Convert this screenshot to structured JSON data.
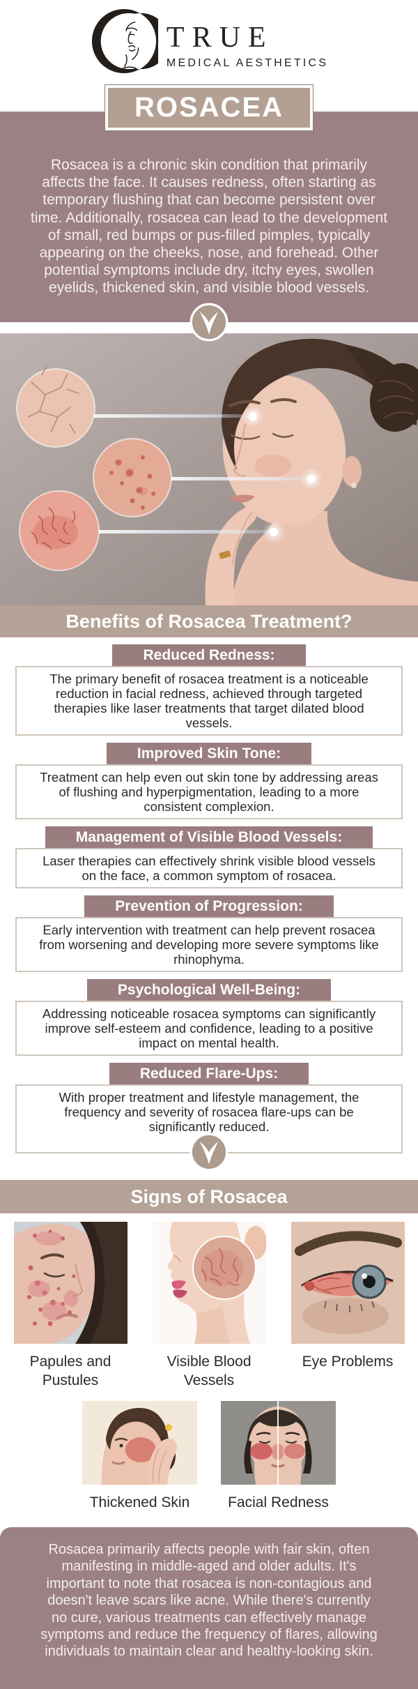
{
  "brand": {
    "name": "TRUE",
    "subtitle": "MEDICAL AESTHETICS",
    "logo_icon": "crescent-moon-face-line-art"
  },
  "title": "ROSACEA",
  "intro": "Rosacea is a chronic skin condition that primarily affects the face. It causes redness, often starting as temporary flushing that can become persistent over time. Additionally, rosacea can lead to the development of small, red bumps or pus-filled pimples, typically appearing on the cheeks, nose, and forehead. Other potential symptoms include dry, itchy eyes, swollen eyelids, thickened skin, and visible blood vessels.",
  "hero_image": "woman-face-with-three-skin-zoom-circles-and-light-beams",
  "benefits": {
    "heading": "Benefits of Rosacea Treatment?",
    "items": [
      {
        "title": "Reduced Redness:",
        "body": "The primary benefit of rosacea treatment is a noticeable reduction in facial redness, achieved through targeted therapies like laser treatments that target dilated blood vessels."
      },
      {
        "title": "Improved Skin Tone:",
        "body": "Treatment can help even out skin tone by addressing areas of flushing and hyperpigmentation, leading to a more consistent complexion."
      },
      {
        "title": "Management of Visible Blood Vessels:",
        "body": "Laser therapies can effectively shrink visible blood vessels on the face, a common symptom of rosacea."
      },
      {
        "title": "Prevention of Progression:",
        "body": "Early intervention with treatment can help prevent rosacea from worsening and developing more severe symptoms like rhinophyma."
      },
      {
        "title": "Psychological Well-Being:",
        "body": "Addressing noticeable rosacea symptoms can significantly improve self-esteem and confidence, leading to a positive impact on mental health."
      },
      {
        "title": "Reduced Flare-Ups:",
        "body": "With proper treatment and lifestyle management, the frequency and severity of rosacea flare-ups can be significantly reduced."
      }
    ]
  },
  "signs": {
    "heading": "Signs of Rosacea",
    "items": [
      {
        "label": "Papules and Pustules",
        "image": "papules-pustules-photo"
      },
      {
        "label": "Visible Blood Vessels",
        "image": "visible-blood-vessels-photo"
      },
      {
        "label": "Eye Problems",
        "image": "irritated-red-eye-photo"
      },
      {
        "label": "Thickened Skin",
        "image": "thickened-skin-photo"
      },
      {
        "label": "Facial Redness",
        "image": "facial-redness-before-after-photo"
      }
    ]
  },
  "footer": "Rosacea primarily affects people with fair skin, often manifesting in middle-aged and older adults. It's important to note that rosacea is non-contagious and doesn't leave scars like acne. While there's currently no cure, various treatments can effectively manage symptoms and reduce the frequency of flares, allowing individuals to maintain clear and healthy-looking skin.",
  "icons": {
    "chevron_down": "stylized double-wing down arrow in circle"
  },
  "colors": {
    "mauve_section": "#9c8184",
    "mauve_header_box": "#9a7d7f",
    "tan_band": "#b5a296",
    "tan_title_box": "#b3a093",
    "chevron_circle": "#ad9b8d",
    "body_text": "#2d292a",
    "light_text": "#f5eeef",
    "box_border": "#cfc5bc"
  }
}
